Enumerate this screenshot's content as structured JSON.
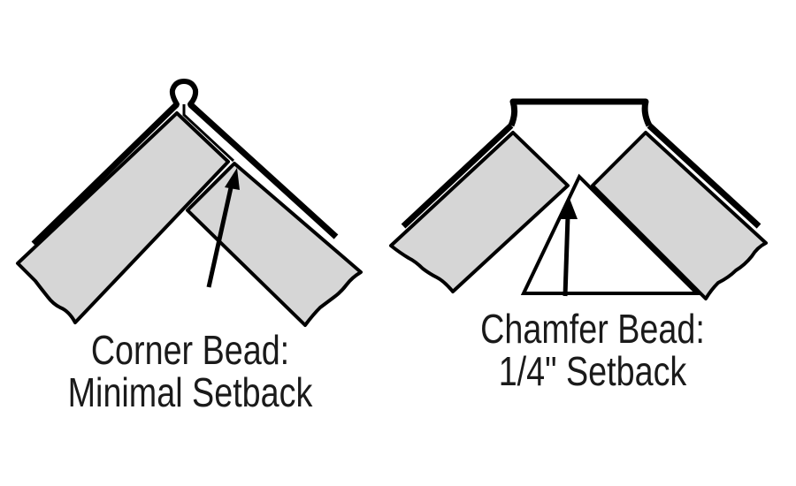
{
  "diagrams": [
    {
      "id": "corner-bead",
      "caption_line1": "Corner Bead:",
      "caption_line2": "Minimal Setback"
    },
    {
      "id": "chamfer-bead",
      "caption_line1": "Chamfer Bead:",
      "caption_line2": "1/4\" Setback"
    }
  ],
  "colors": {
    "board_fill": "#d6d6d6",
    "stroke": "#000000",
    "background": "#ffffff"
  }
}
